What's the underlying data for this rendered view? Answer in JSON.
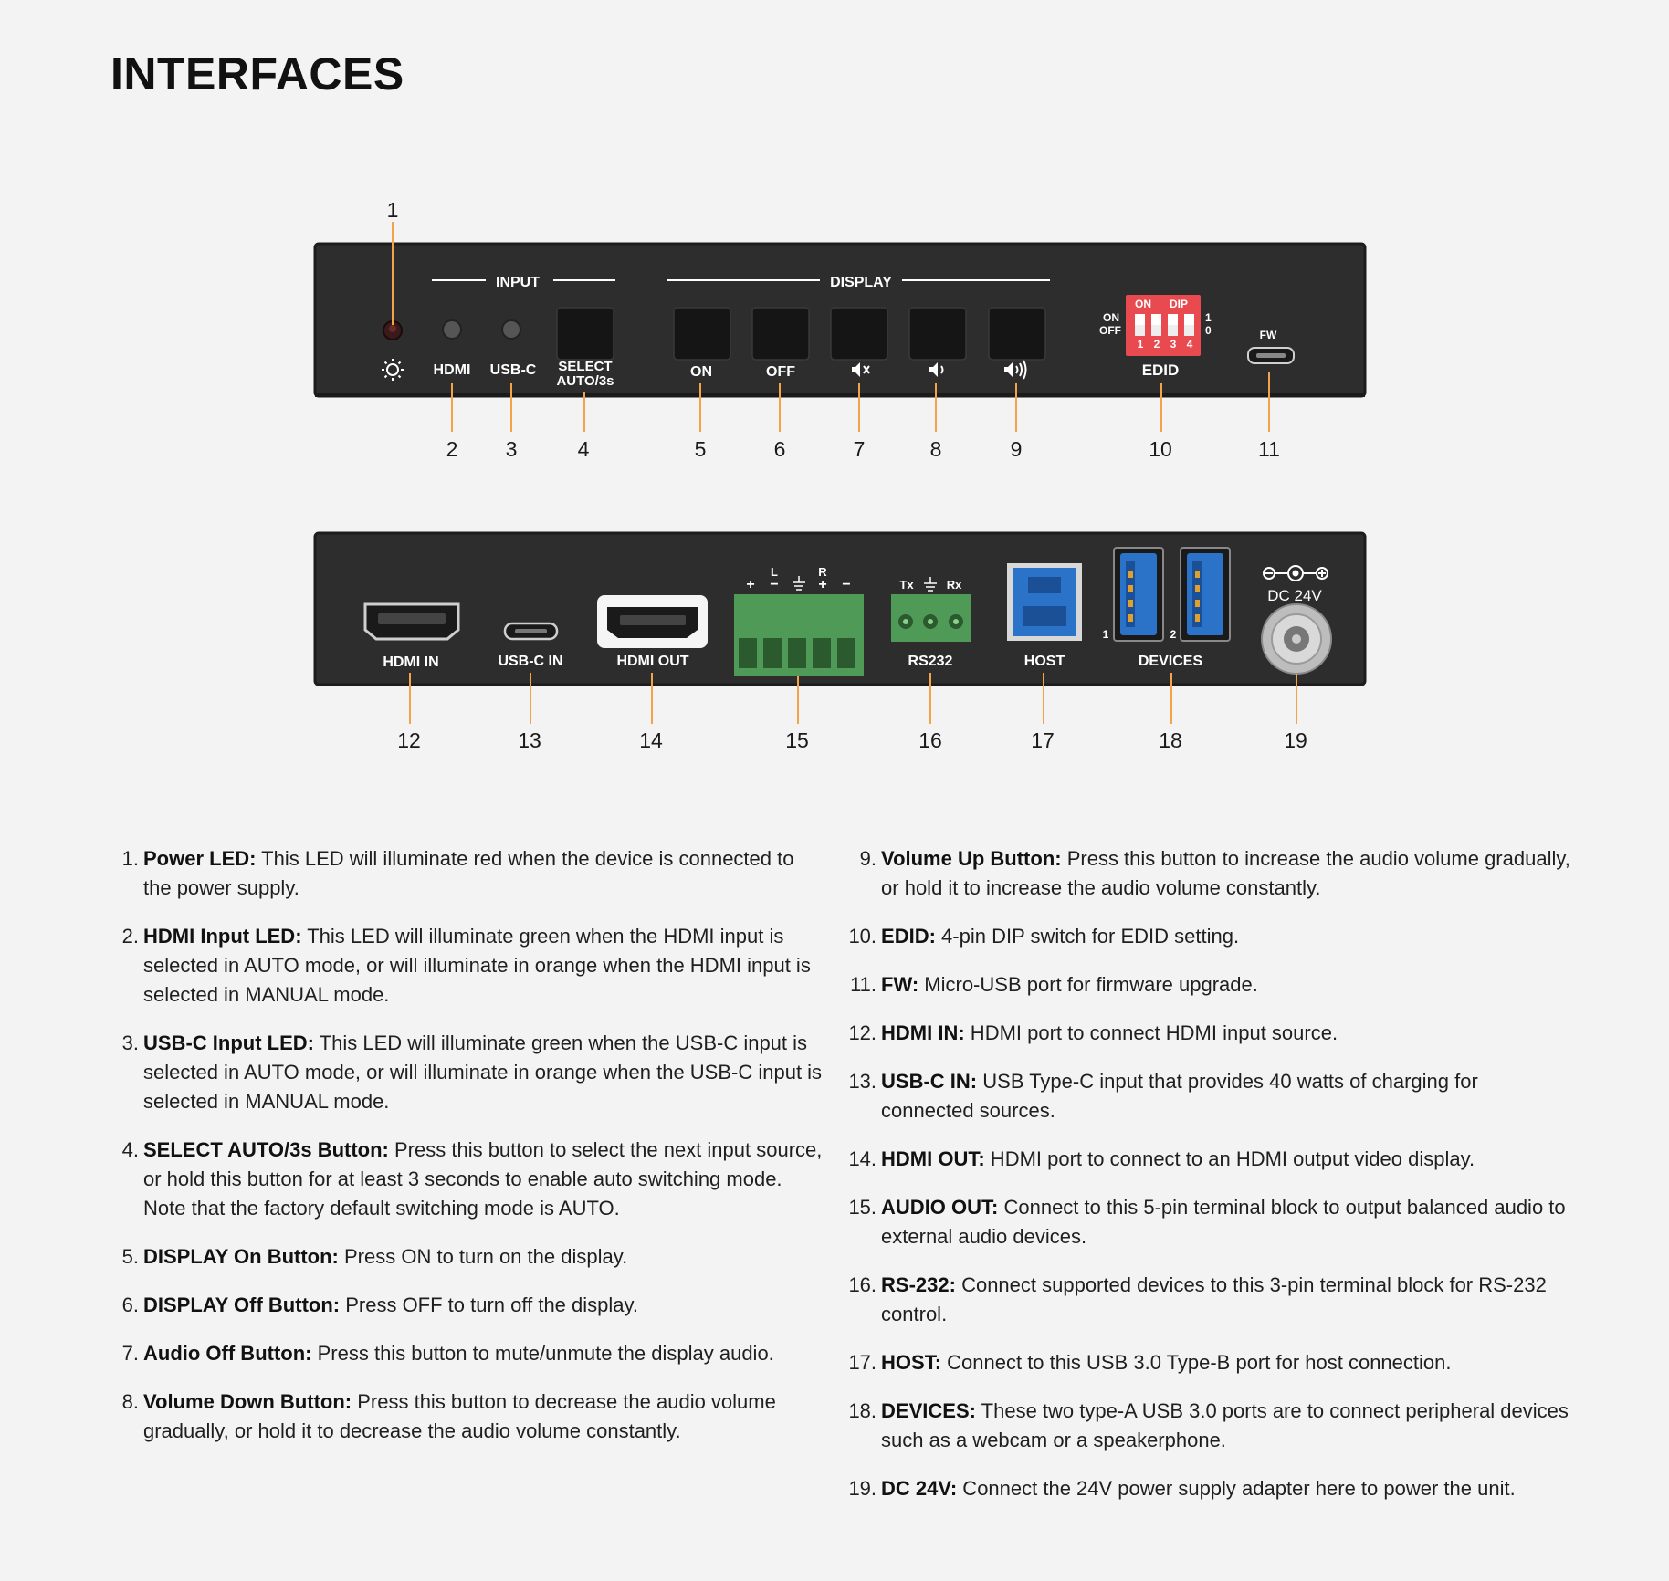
{
  "title": "INTERFACES",
  "colors": {
    "background": "#f3f3f3",
    "panel": "#2d2d2d",
    "leader": "#f5a34a",
    "dip": "#e84a4f",
    "terminal": "#4f9a57",
    "usb_blue": "#2a73c8"
  },
  "front_panel": {
    "input_group": "INPUT",
    "display_group": "DISPLAY",
    "power_label_icon": "sun-icon",
    "hdmi_led": "HDMI",
    "usbc_led": "USB-C",
    "select_line1": "SELECT",
    "select_line2": "AUTO/3s",
    "on": "ON",
    "off": "OFF",
    "mute_icon": "speaker-mute-icon",
    "vol_down_icon": "speaker-low-icon",
    "vol_up_icon": "speaker-high-icon",
    "dip_on": "ON",
    "dip_dip": "DIP",
    "dip_side_on": "ON",
    "dip_side_off": "OFF",
    "dip_one": "1",
    "dip_zero": "0",
    "dip_nums": [
      "1",
      "2",
      "3",
      "4"
    ],
    "edid": "EDID",
    "fw": "FW"
  },
  "rear_panel": {
    "hdmi_in": "HDMI IN",
    "usbc_in": "USB-C IN",
    "hdmi_out": "HDMI OUT",
    "audio_plus": "+",
    "audio_l": "L",
    "audio_minus": "−",
    "audio_r": "R",
    "rs232_tx": "Tx",
    "rs232_rx": "Rx",
    "rs232": "RS232",
    "host": "HOST",
    "devices": "DEVICES",
    "device_1": "1",
    "device_2": "2",
    "dc": "DC 24V"
  },
  "callouts_front": [
    "1",
    "2",
    "3",
    "4",
    "5",
    "6",
    "7",
    "8",
    "9",
    "10",
    "11"
  ],
  "callouts_rear": [
    "12",
    "13",
    "14",
    "15",
    "16",
    "17",
    "18",
    "19"
  ],
  "items_left": [
    {
      "num": "1.",
      "term": "Power LED:",
      "text": " This LED will illuminate red when the device is connected to the power supply."
    },
    {
      "num": "2.",
      "term": "HDMI Input LED:",
      "text": " This LED will illuminate green when the HDMI input is selected in AUTO mode, or will illuminate in orange when the HDMI input is selected in MANUAL mode."
    },
    {
      "num": "3.",
      "term": "USB-C Input LED:",
      "text": " This LED will illuminate green when the USB-C input is selected in AUTO mode, or will illuminate in orange when the USB-C input is selected in MANUAL mode."
    },
    {
      "num": "4.",
      "term": "SELECT AUTO/3s Button:",
      "text": " Press this button to select the next input source, or hold this button for at least 3 seconds to enable auto switching mode. Note that the factory default switching mode is AUTO."
    },
    {
      "num": "5.",
      "term": "DISPLAY On Button:",
      "text": " Press ON to turn on the display."
    },
    {
      "num": "6.",
      "term": "DISPLAY Off Button:",
      "text": " Press OFF to turn off the display."
    },
    {
      "num": "7.",
      "term": "Audio Off Button:",
      "text": " Press this button to mute/unmute the display audio."
    },
    {
      "num": "8.",
      "term": "Volume Down Button:",
      "text": " Press this button to decrease the audio volume gradually, or hold it to decrease the audio volume constantly."
    }
  ],
  "items_right": [
    {
      "num": "9.",
      "term": "Volume Up Button:",
      "text": " Press this button to increase the audio volume gradually, or hold it to increase the audio volume constantly."
    },
    {
      "num": "10.",
      "term": "EDID:",
      "text": " 4-pin DIP switch for EDID setting."
    },
    {
      "num": "11.",
      "term": "FW:",
      "text": " Micro-USB port for firmware upgrade."
    },
    {
      "num": "12.",
      "term": "HDMI IN:",
      "text": " HDMI port to connect HDMI input source."
    },
    {
      "num": "13.",
      "term": "USB-C IN:",
      "text": " USB Type-C input that provides 40 watts of charging for connected sources."
    },
    {
      "num": "14.",
      "term": "HDMI OUT:",
      "text": " HDMI port to connect to an HDMI output video display."
    },
    {
      "num": "15.",
      "term": "AUDIO OUT:",
      "text": " Connect to this 5-pin terminal block to output balanced audio to external audio devices."
    },
    {
      "num": "16.",
      "term": "RS-232:",
      "text": " Connect supported devices to this 3-pin terminal block for RS-232 control."
    },
    {
      "num": "17.",
      "term": "HOST:",
      "text": " Connect to this USB 3.0 Type-B port for host connection."
    },
    {
      "num": "18.",
      "term": "DEVICES:",
      "text": " These two type-A USB 3.0 ports are to connect peripheral devices such as a webcam or a speakerphone."
    },
    {
      "num": "19.",
      "term": "DC 24V:",
      "text": " Connect the 24V power supply adapter here to power the unit."
    }
  ]
}
